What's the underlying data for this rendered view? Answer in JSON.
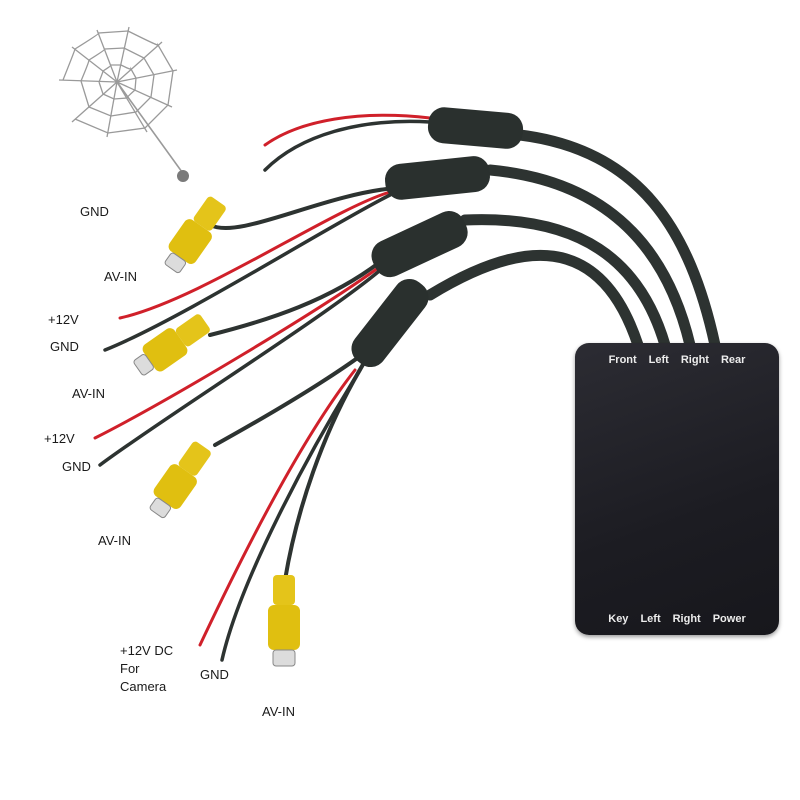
{
  "product": {
    "description": "4-channel camera video switch box with RCA AV-IN cables",
    "colors": {
      "box": "#1e1e24",
      "cable": "#2d3331",
      "rca_yellow": "#e0c010",
      "wire_red": "#d0202a",
      "label_text": "#ffffff"
    }
  },
  "box": {
    "top_ports": [
      "Front",
      "Left",
      "Right",
      "Rear"
    ],
    "bottom_ports": [
      "Key",
      "Left",
      "Right",
      "Power"
    ]
  },
  "cable_labels": {
    "c1_gnd": "GND",
    "c1_av": "AV-IN",
    "c2_v": "+12V",
    "c2_gnd": "GND",
    "c2_av": "AV-IN",
    "c3_v": "+12V",
    "c3_gnd": "GND",
    "c3_av": "AV-IN",
    "c4_v_line1": "+12V DC",
    "c4_v_line2": "For",
    "c4_v_line3": "Camera",
    "c4_gnd": "GND",
    "c4_av": "AV-IN"
  },
  "decoration": {
    "icon": "spider-web-icon"
  }
}
